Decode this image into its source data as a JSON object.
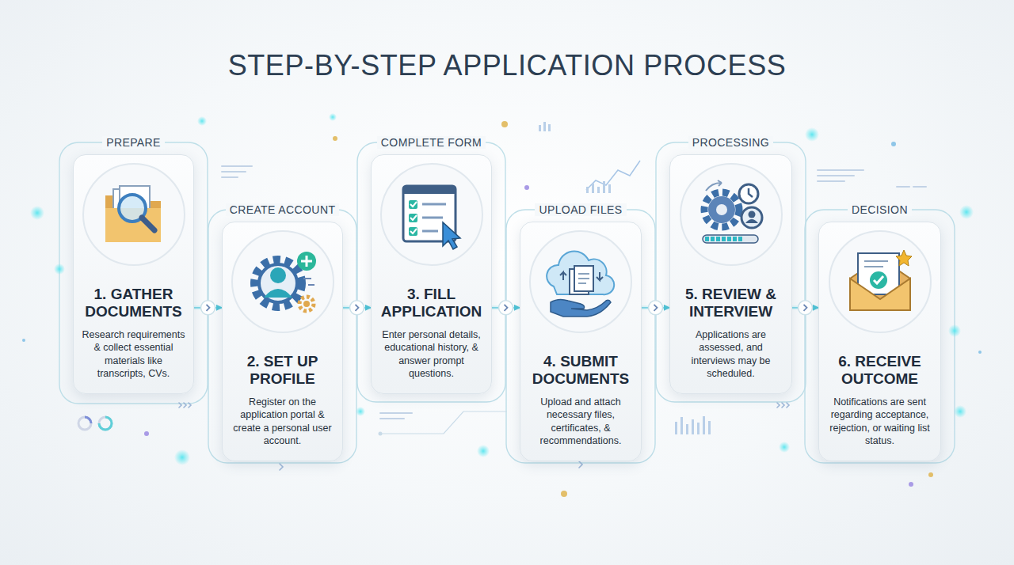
{
  "diagram": {
    "title": "STEP-BY-STEP APPLICATION PROCESS",
    "nodes": [
      {
        "text": [
          "PREPARE",
          "1. GATHER DOCUMENTS",
          "Research requirements & collect essential materials like transcripts, CVs."
        ]
      },
      {
        "text": [
          "CREATE ACCOUNT",
          "2. SET UP PROFILE",
          "Register on the application portal & create a personal user account."
        ]
      },
      {
        "text": [
          "COMPLETE FORM",
          "3. FILL APPLICATION",
          "Enter personal details, educational history, & answer prompt questions."
        ]
      },
      {
        "text": [
          "UPLOAD FILES",
          "4. SUBMIT DOCUMENTS",
          "Upload and attach necessary files, certificates, & recommendations."
        ]
      },
      {
        "text": [
          "PROCESSING",
          "5. REVIEW & INTERVIEW",
          "Applications are assessed, and interviews may be scheduled."
        ]
      },
      {
        "text": [
          "DECISION",
          "6. RECEIVE OUTCOME",
          "Notifications are sent regarding acceptance, rejection, or waiting list status."
        ]
      }
    ],
    "edges": [
      {
        "from": 0,
        "to": 1,
        "arrow": "to"
      },
      {
        "from": 1,
        "to": 2,
        "arrow": "to"
      },
      {
        "from": 2,
        "to": 3,
        "arrow": "to"
      },
      {
        "from": 3,
        "to": 4,
        "arrow": "to"
      },
      {
        "from": 4,
        "to": 5,
        "arrow": "to"
      }
    ]
  }
}
